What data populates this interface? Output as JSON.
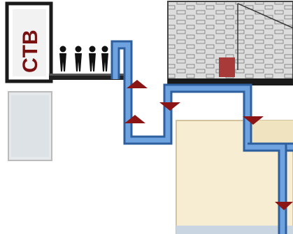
{
  "labels": {
    "ctb": "CTB"
  },
  "colors": {
    "pipe_fill": "#5b8fd1",
    "pipe_edge": "#2d5f9e",
    "arrow": "#8b1414",
    "label": "#7a1010",
    "room_panel": "#f7edd2",
    "wall_dark": "#1a1a1a",
    "door_red": "#a93a3a",
    "light_panel": "#e5e9ec"
  },
  "icons": {
    "people": "person-icon",
    "flow_arrow": "triangle-arrow-icon",
    "building_photo": "building-sketch-icon"
  },
  "people_count": 4,
  "flow_arrows": [
    {
      "id": "up-1",
      "direction": "up"
    },
    {
      "id": "down-1",
      "direction": "down"
    },
    {
      "id": "up-2",
      "direction": "up"
    },
    {
      "id": "down-2",
      "direction": "down"
    },
    {
      "id": "down-3",
      "direction": "down"
    }
  ]
}
